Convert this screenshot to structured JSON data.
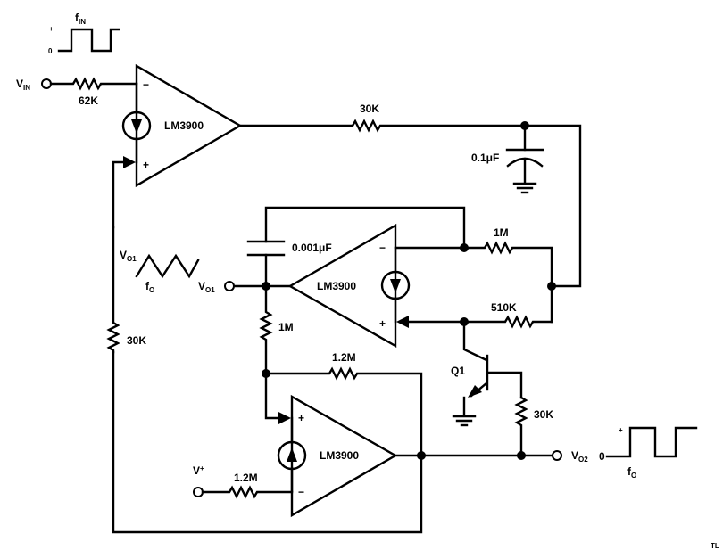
{
  "diagram": {
    "title": "LM3900 frequency doubler / triangle-square generator circuit",
    "ink_color": "#000000",
    "background_color": "#ffffff",
    "labels": {
      "vin": "V",
      "vin_sub": "IN",
      "fin": "f",
      "fin_sub": "IN",
      "plus_sign": "+",
      "zero": "0",
      "vo1": "V",
      "vo1_sub": "O1",
      "vo1_wave": "V",
      "vo1_wave_sub": "O1",
      "fo": "f",
      "fo_sub": "O",
      "vo2": "V",
      "vo2_sub": "O2",
      "vplus": "V",
      "vplus_sup": "+",
      "q1": "Q1",
      "corner_tag": "TL"
    },
    "amplifiers": [
      {
        "id": "U1",
        "label": "LM3900"
      },
      {
        "id": "U2",
        "label": "LM3900"
      },
      {
        "id": "U3",
        "label": "LM3900"
      }
    ],
    "pin_signs": {
      "minus": "−",
      "plus": "+"
    },
    "components": {
      "r_62k": "62K",
      "r_30k_top": "30K",
      "c_01uf": "0.1μF",
      "c_0001uf": "0.001μF",
      "r_1m_fb": "1M",
      "r_510k": "510K",
      "r_1m_div": "1M",
      "r_12m_fb": "1.2M",
      "r_12m_in": "1.2M",
      "r_30k_left": "30K",
      "r_30k_q1": "30K"
    }
  }
}
